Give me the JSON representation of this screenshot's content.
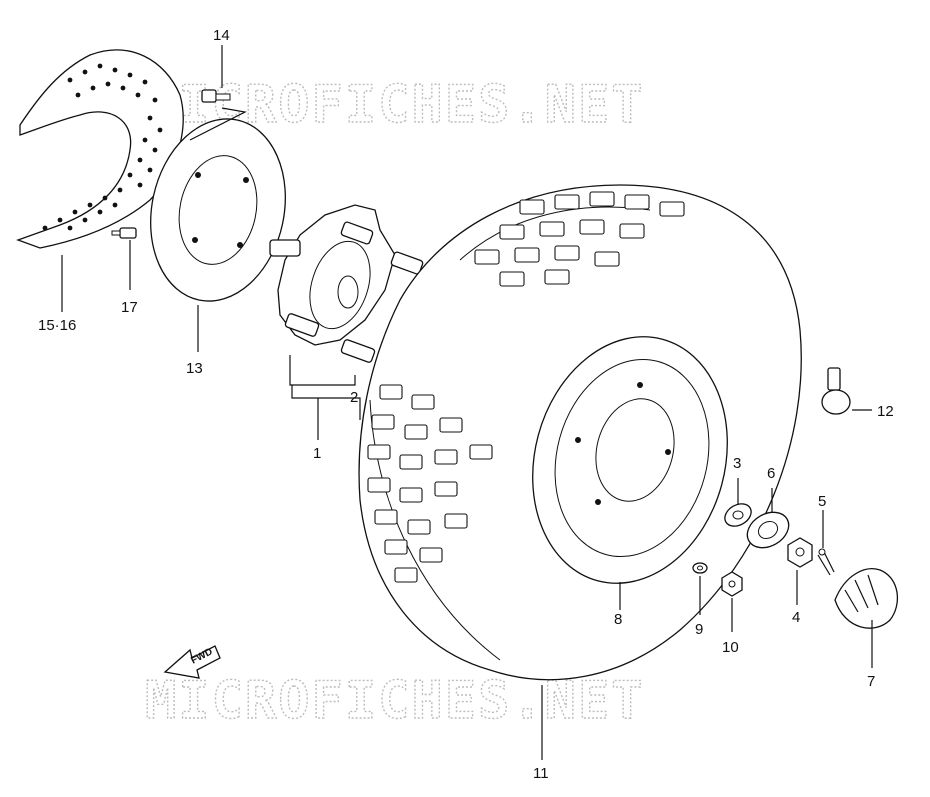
{
  "watermark_text": "MICROFICHES.NET",
  "fwd_label": "FWD",
  "callouts": {
    "c1": "1",
    "c2": "2",
    "c3": "3",
    "c4": "4",
    "c5": "5",
    "c6": "6",
    "c7": "7",
    "c8": "8",
    "c9": "9",
    "c10": "10",
    "c11": "11",
    "c12": "12",
    "c13": "13",
    "c14": "14",
    "c15_16": "15·16",
    "c17": "17"
  },
  "colors": {
    "line": "#111111",
    "watermark": "#bdbdbd",
    "background": "#ffffff"
  }
}
